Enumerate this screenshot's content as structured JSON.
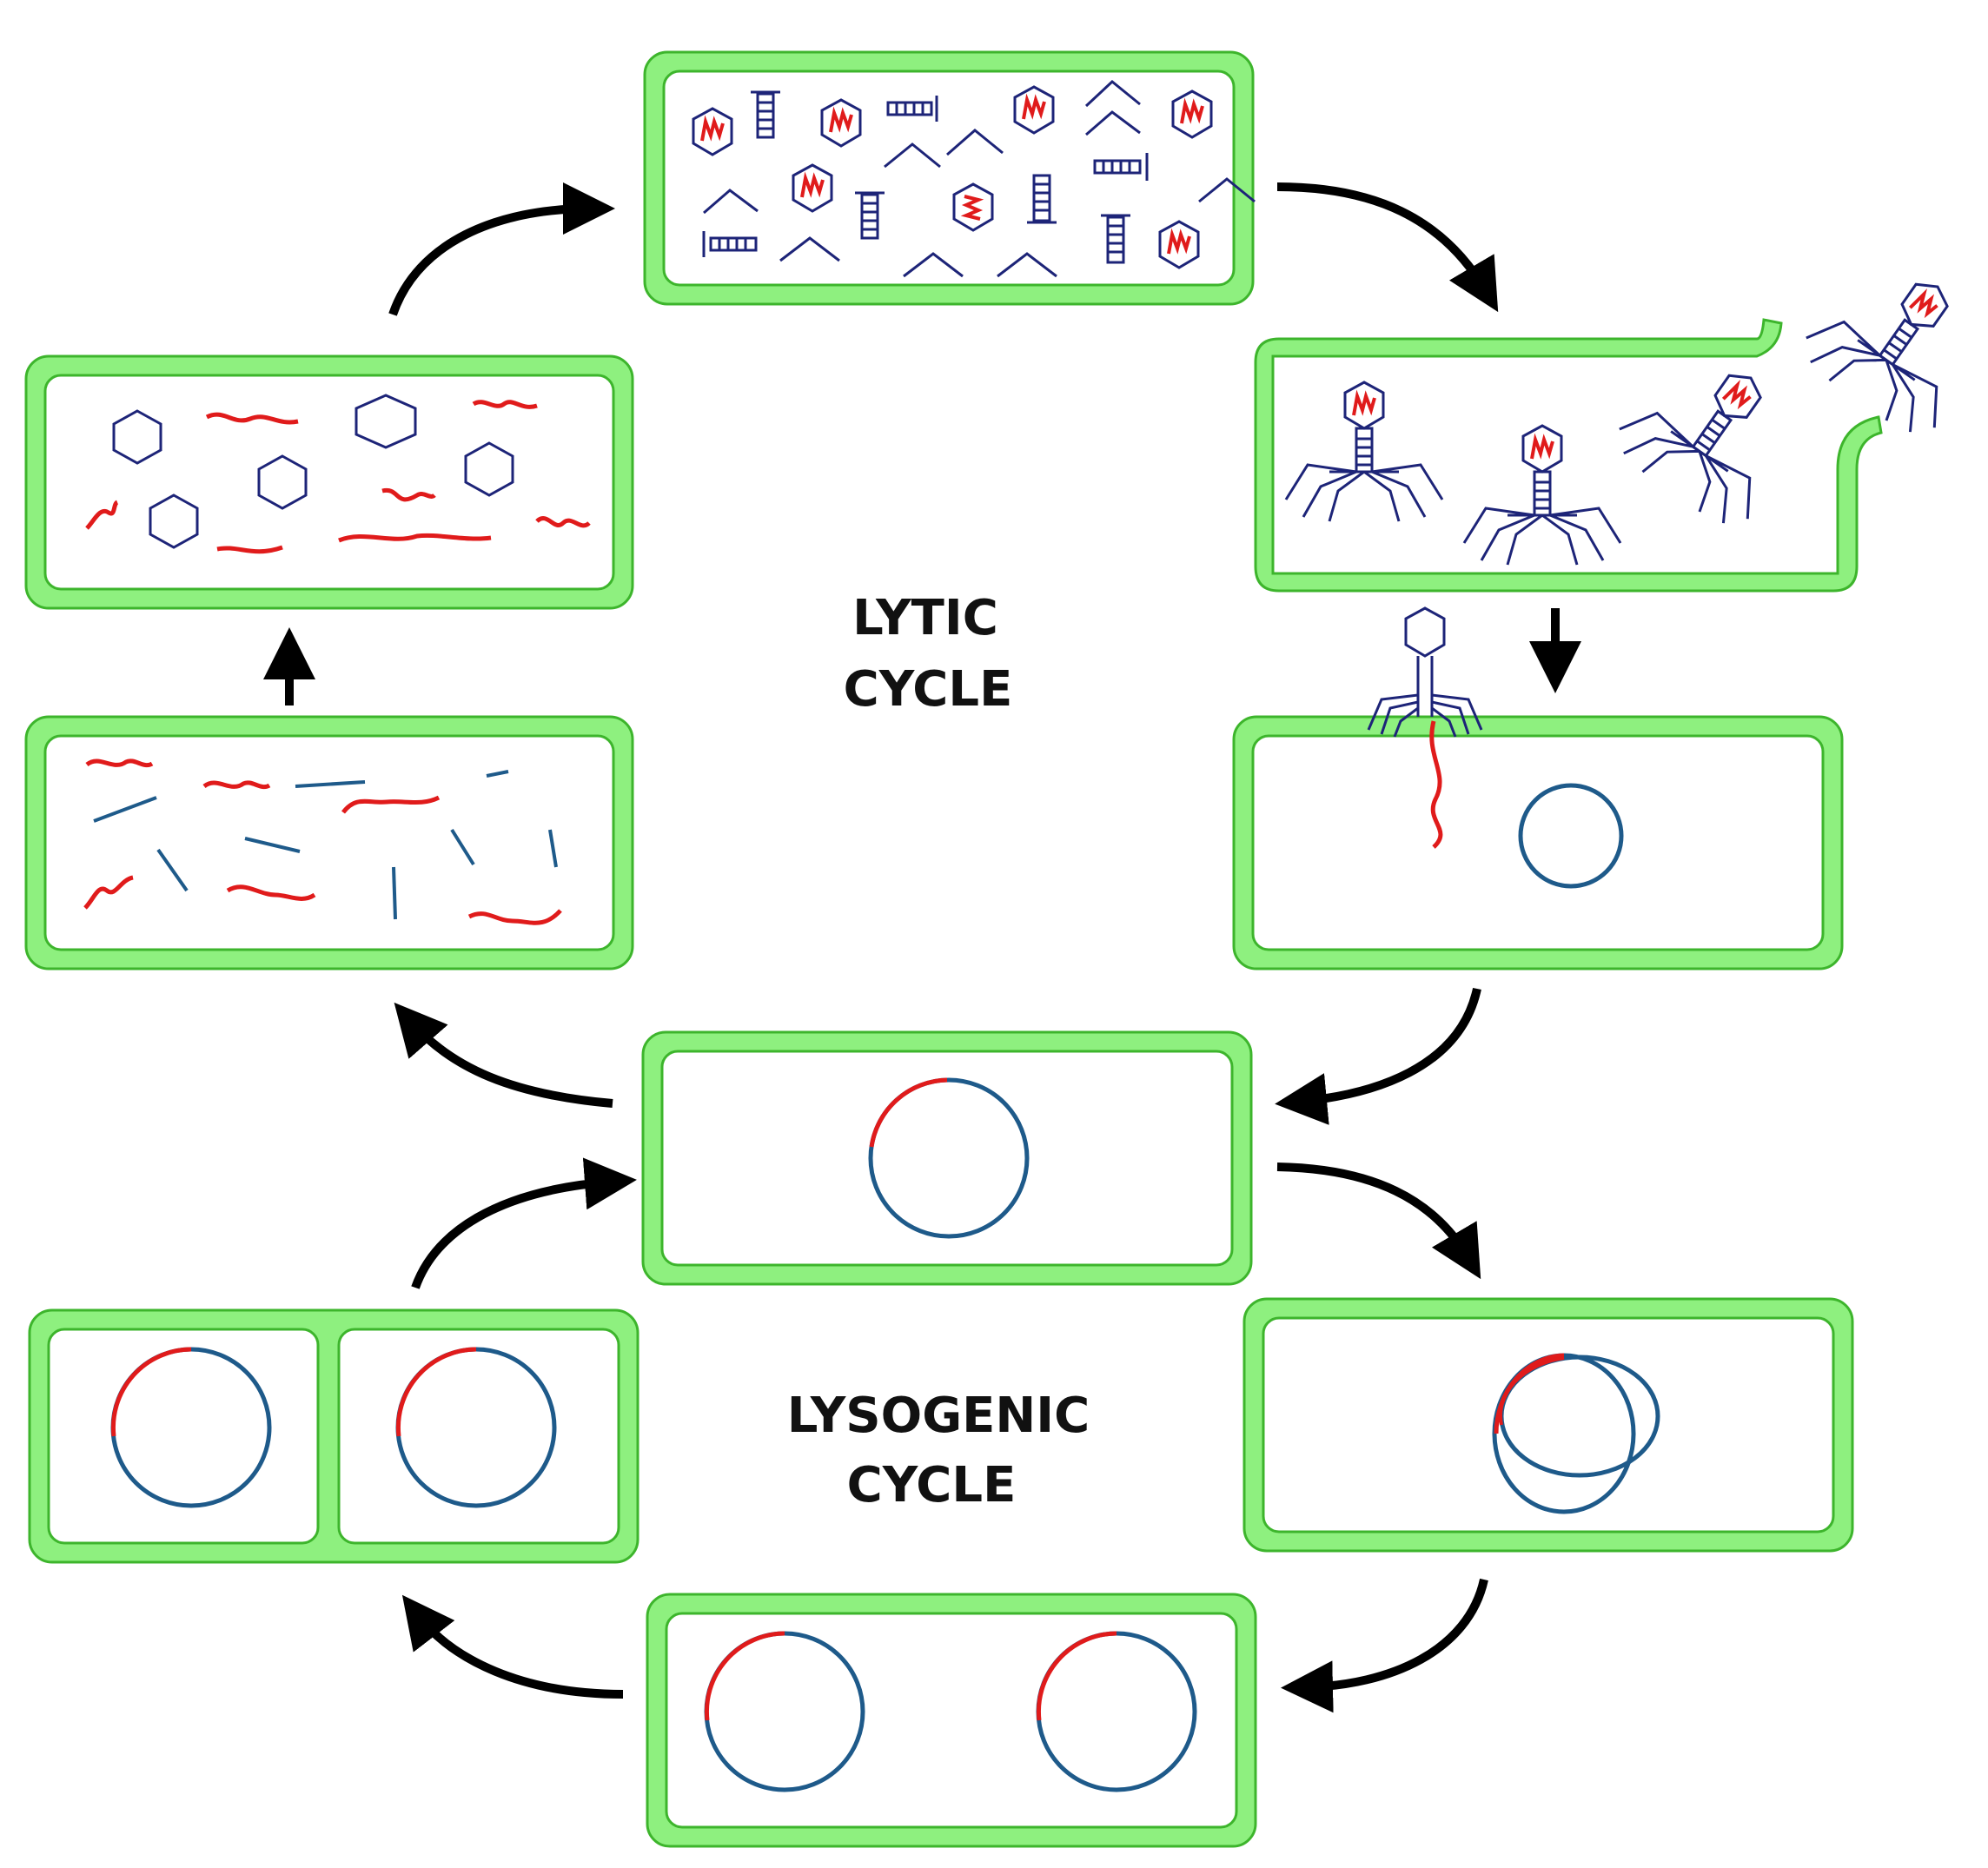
{
  "labels": {
    "lytic": [
      "LYTIC",
      "CYCLE"
    ],
    "lysogenic": [
      "LYSOGENIC",
      "CYCLE"
    ]
  },
  "colors": {
    "cell_wall": "#8ef07f",
    "cell_wall_edge": "#3db52c",
    "phage": "#1d2478",
    "viral_dna": "#e01b1b",
    "host_dna": "#1e5a8a",
    "arrow": "#000000"
  },
  "stages": [
    {
      "id": "assembly",
      "content": "phage-heads-and-tails"
    },
    {
      "id": "release",
      "content": "phages-exiting-lysed-cell"
    },
    {
      "id": "attachment",
      "content": "phage-injecting-dna"
    },
    {
      "id": "integration",
      "content": "prophage-in-chromosome"
    },
    {
      "id": "replication",
      "content": "viral-dna-and-fragments"
    },
    {
      "id": "synthesis",
      "content": "capsids-and-viral-dna"
    },
    {
      "id": "recombination",
      "content": "viral-dna-recombining"
    },
    {
      "id": "division",
      "content": "two-prophage-chromosomes"
    },
    {
      "id": "daughter-cells",
      "content": "two-daughter-cells"
    }
  ]
}
